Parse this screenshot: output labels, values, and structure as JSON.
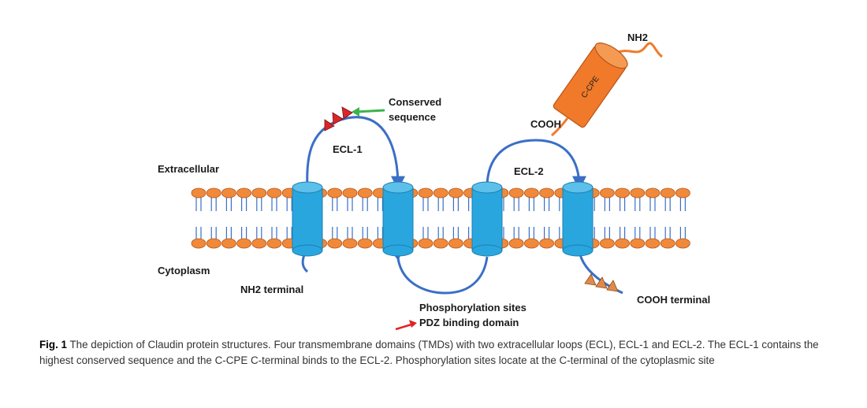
{
  "labels": {
    "extracellular": "Extracellular",
    "cytoplasm": "Cytoplasm",
    "nh2_terminal": "NH2 terminal",
    "cooh_terminal": "COOH terminal",
    "ecl1": "ECL-1",
    "ecl2": "ECL-2",
    "conserved_line1": "Conserved",
    "conserved_line2": "sequence",
    "ccpe": "C-CPE",
    "ccpe_nh2": "NH2",
    "ccpe_cooh": "COOH"
  },
  "legend": {
    "phosphorylation": "Phosphorylation sites",
    "pdz": "PDZ binding domain"
  },
  "caption": {
    "fig_label": "Fig. 1",
    "text": "The depiction of Claudin protein structures. Four transmembrane domains (TMDs) with two extracellular loops (ECL), ECL-1 and ECL-2. The ECL-1 contains the highest conserved sequence and the C-CPE C-terminal binds to the ECL-2. Phosphorylation sites locate at the C-terminal of the cytoplasmic site"
  },
  "colors": {
    "lipid": "#f08a3a",
    "tmd": "#2aa6df",
    "loop": "#3b6fc6",
    "ccpe": "#f07a2a",
    "conserved_marker": "#d9262a",
    "phospho_marker": "#e08a4a",
    "green_arrow": "#3cb44b",
    "red_arrow": "#e02424"
  },
  "tmd_count": 4
}
